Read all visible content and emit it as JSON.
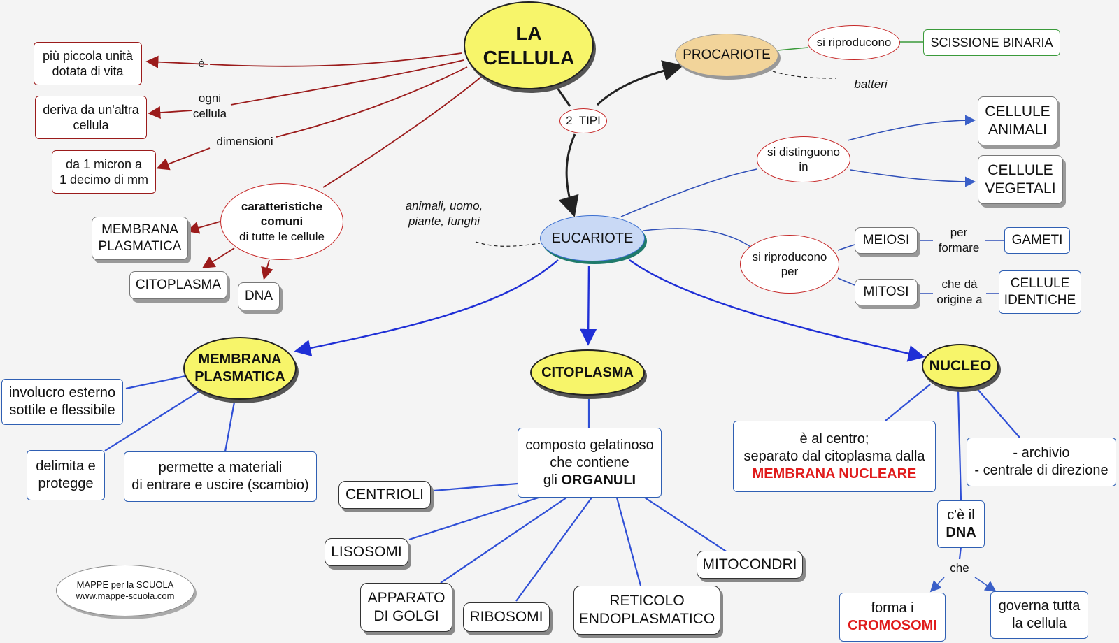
{
  "central": {
    "line1": "LA",
    "line2": "CELLULA"
  },
  "left_relations": {
    "e_label": "è",
    "smallest": {
      "line1": "più piccola unità",
      "line2": "dotata di vita"
    },
    "ogni_label": {
      "line1": "ogni",
      "line2": "cellula"
    },
    "derives": {
      "line1": "deriva da un'altra",
      "line2": "cellula"
    },
    "dim_label": "dimensioni",
    "size": {
      "line1": "da 1 micron a",
      "line2": "1 decimo di mm"
    },
    "common": {
      "line1": "caratteristiche",
      "line2": "comuni",
      "line3": "di tutte le cellule"
    },
    "membrana": {
      "line1": "MEMBRANA",
      "line2": "PLASMATICA"
    },
    "citoplasma": "CITOPLASMA",
    "dna": "DNA"
  },
  "types_label": "2  TIPI",
  "procariote": {
    "title": "PROCARIOTE",
    "reproduce": "si riproducono",
    "scissione": "SCISSIONE BINARIA",
    "batteri": "batteri"
  },
  "eucariote": {
    "title": "EUCARIOTE",
    "examples": {
      "line1": "animali, uomo,",
      "line2": "piante, funghi"
    },
    "distinguish": {
      "line1": "si distinguono",
      "line2": "in"
    },
    "animal_cells": {
      "line1": "CELLULE",
      "line2": "ANIMALI"
    },
    "plant_cells": {
      "line1": "CELLULE",
      "line2": "VEGETALI"
    },
    "reproduce": {
      "line1": "si riproducono",
      "line2": "per"
    },
    "meiosi": "MEIOSI",
    "per_formare": {
      "line1": "per",
      "line2": "formare"
    },
    "gameti": "GAMETI",
    "mitosi": "MITOSI",
    "origine": {
      "line1": "che dà",
      "line2": "origine a"
    },
    "identiche": {
      "line1": "CELLULE",
      "line2": "IDENTICHE"
    }
  },
  "membrana_section": {
    "title": {
      "line1": "MEMBRANA",
      "line2": "PLASMATICA"
    },
    "involucro": {
      "line1": "involucro esterno",
      "line2": "sottile e flessibile"
    },
    "delimita": {
      "line1": "delimita e",
      "line2": "protegge"
    },
    "permette": {
      "line1": "permette a materiali",
      "line2": "di entrare e uscire (scambio)"
    }
  },
  "citoplasma_section": {
    "title": "CITOPLASMA",
    "composto": {
      "line1": "composto gelatinoso",
      "line2": "che contiene",
      "line3_pre": "gli ",
      "line3_bold": "ORGANULI"
    },
    "centrioli": "CENTRIOLI",
    "lisosomi": "LISOSOMI",
    "golgi": {
      "line1": "APPARATO",
      "line2": "DI GOLGI"
    },
    "ribosomi": "RIBOSOMI",
    "reticolo": {
      "line1": "RETICOLO",
      "line2": "ENDOPLASMATICO"
    },
    "mitocondri": "MITOCONDRI"
  },
  "nucleo_section": {
    "title": "NUCLEO",
    "centro": {
      "line1": "è al centro;",
      "line2": "separato dal citoplasma dalla",
      "line3": "MEMBRANA NUCLEARE"
    },
    "archivio": {
      "line1": "- archivio",
      "line2": "- centrale di direzione"
    },
    "dna": {
      "line1": "c'è il",
      "line2": "DNA"
    },
    "che": "che",
    "cromosomi": {
      "line1": "forma i",
      "line2": "CROMOSOMI"
    },
    "governa": {
      "line1": "governa tutta",
      "line2": "la cellula"
    }
  },
  "credit": {
    "line1": "MAPPE per la SCUOLA",
    "line2": "www.mappe-scuola.com"
  },
  "colors": {
    "yellow": "#f7f56a",
    "red_link": "#9b1b1b",
    "blue_link": "#1f2fd6",
    "green_link": "#3a9a3a",
    "procariote_fill": "#f2d49a",
    "eucariote_fill": "#c9d9f5"
  }
}
